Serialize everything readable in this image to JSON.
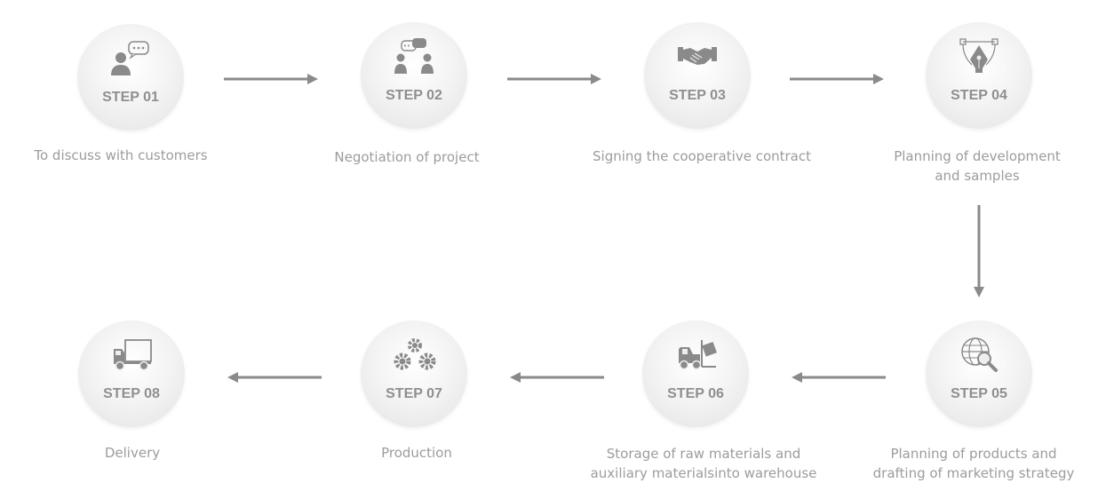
{
  "steps": [
    {
      "label": "STEP 01",
      "caption": [
        "To discuss with customers"
      ],
      "icon": "person-chat-icon"
    },
    {
      "label": "STEP 02",
      "caption": [
        "Negotiation of project"
      ],
      "icon": "meeting-icon"
    },
    {
      "label": "STEP 03",
      "caption": [
        "Signing the cooperative contract"
      ],
      "icon": "handshake-icon"
    },
    {
      "label": "STEP 04",
      "caption": [
        "Planning of development",
        "and samples"
      ],
      "icon": "pen-nib-icon"
    },
    {
      "label": "STEP 05",
      "caption": [
        "Planning of products and",
        "drafting of marketing strategy"
      ],
      "icon": "globe-search-icon"
    },
    {
      "label": "STEP 06",
      "caption": [
        "Storage of raw materials and",
        "auxiliary materialsinto warehouse"
      ],
      "icon": "forklift-icon"
    },
    {
      "label": "STEP 07",
      "caption": [
        "Production"
      ],
      "icon": "gears-icon"
    },
    {
      "label": "STEP 08",
      "caption": [
        "Delivery"
      ],
      "icon": "truck-icon"
    }
  ],
  "colors": {
    "circle": "#eeeeee",
    "step_text": "#8f8f8f",
    "caption": "#9c9c9c",
    "arrow": "#8a8a8a",
    "icon": "#8a8a8a"
  }
}
